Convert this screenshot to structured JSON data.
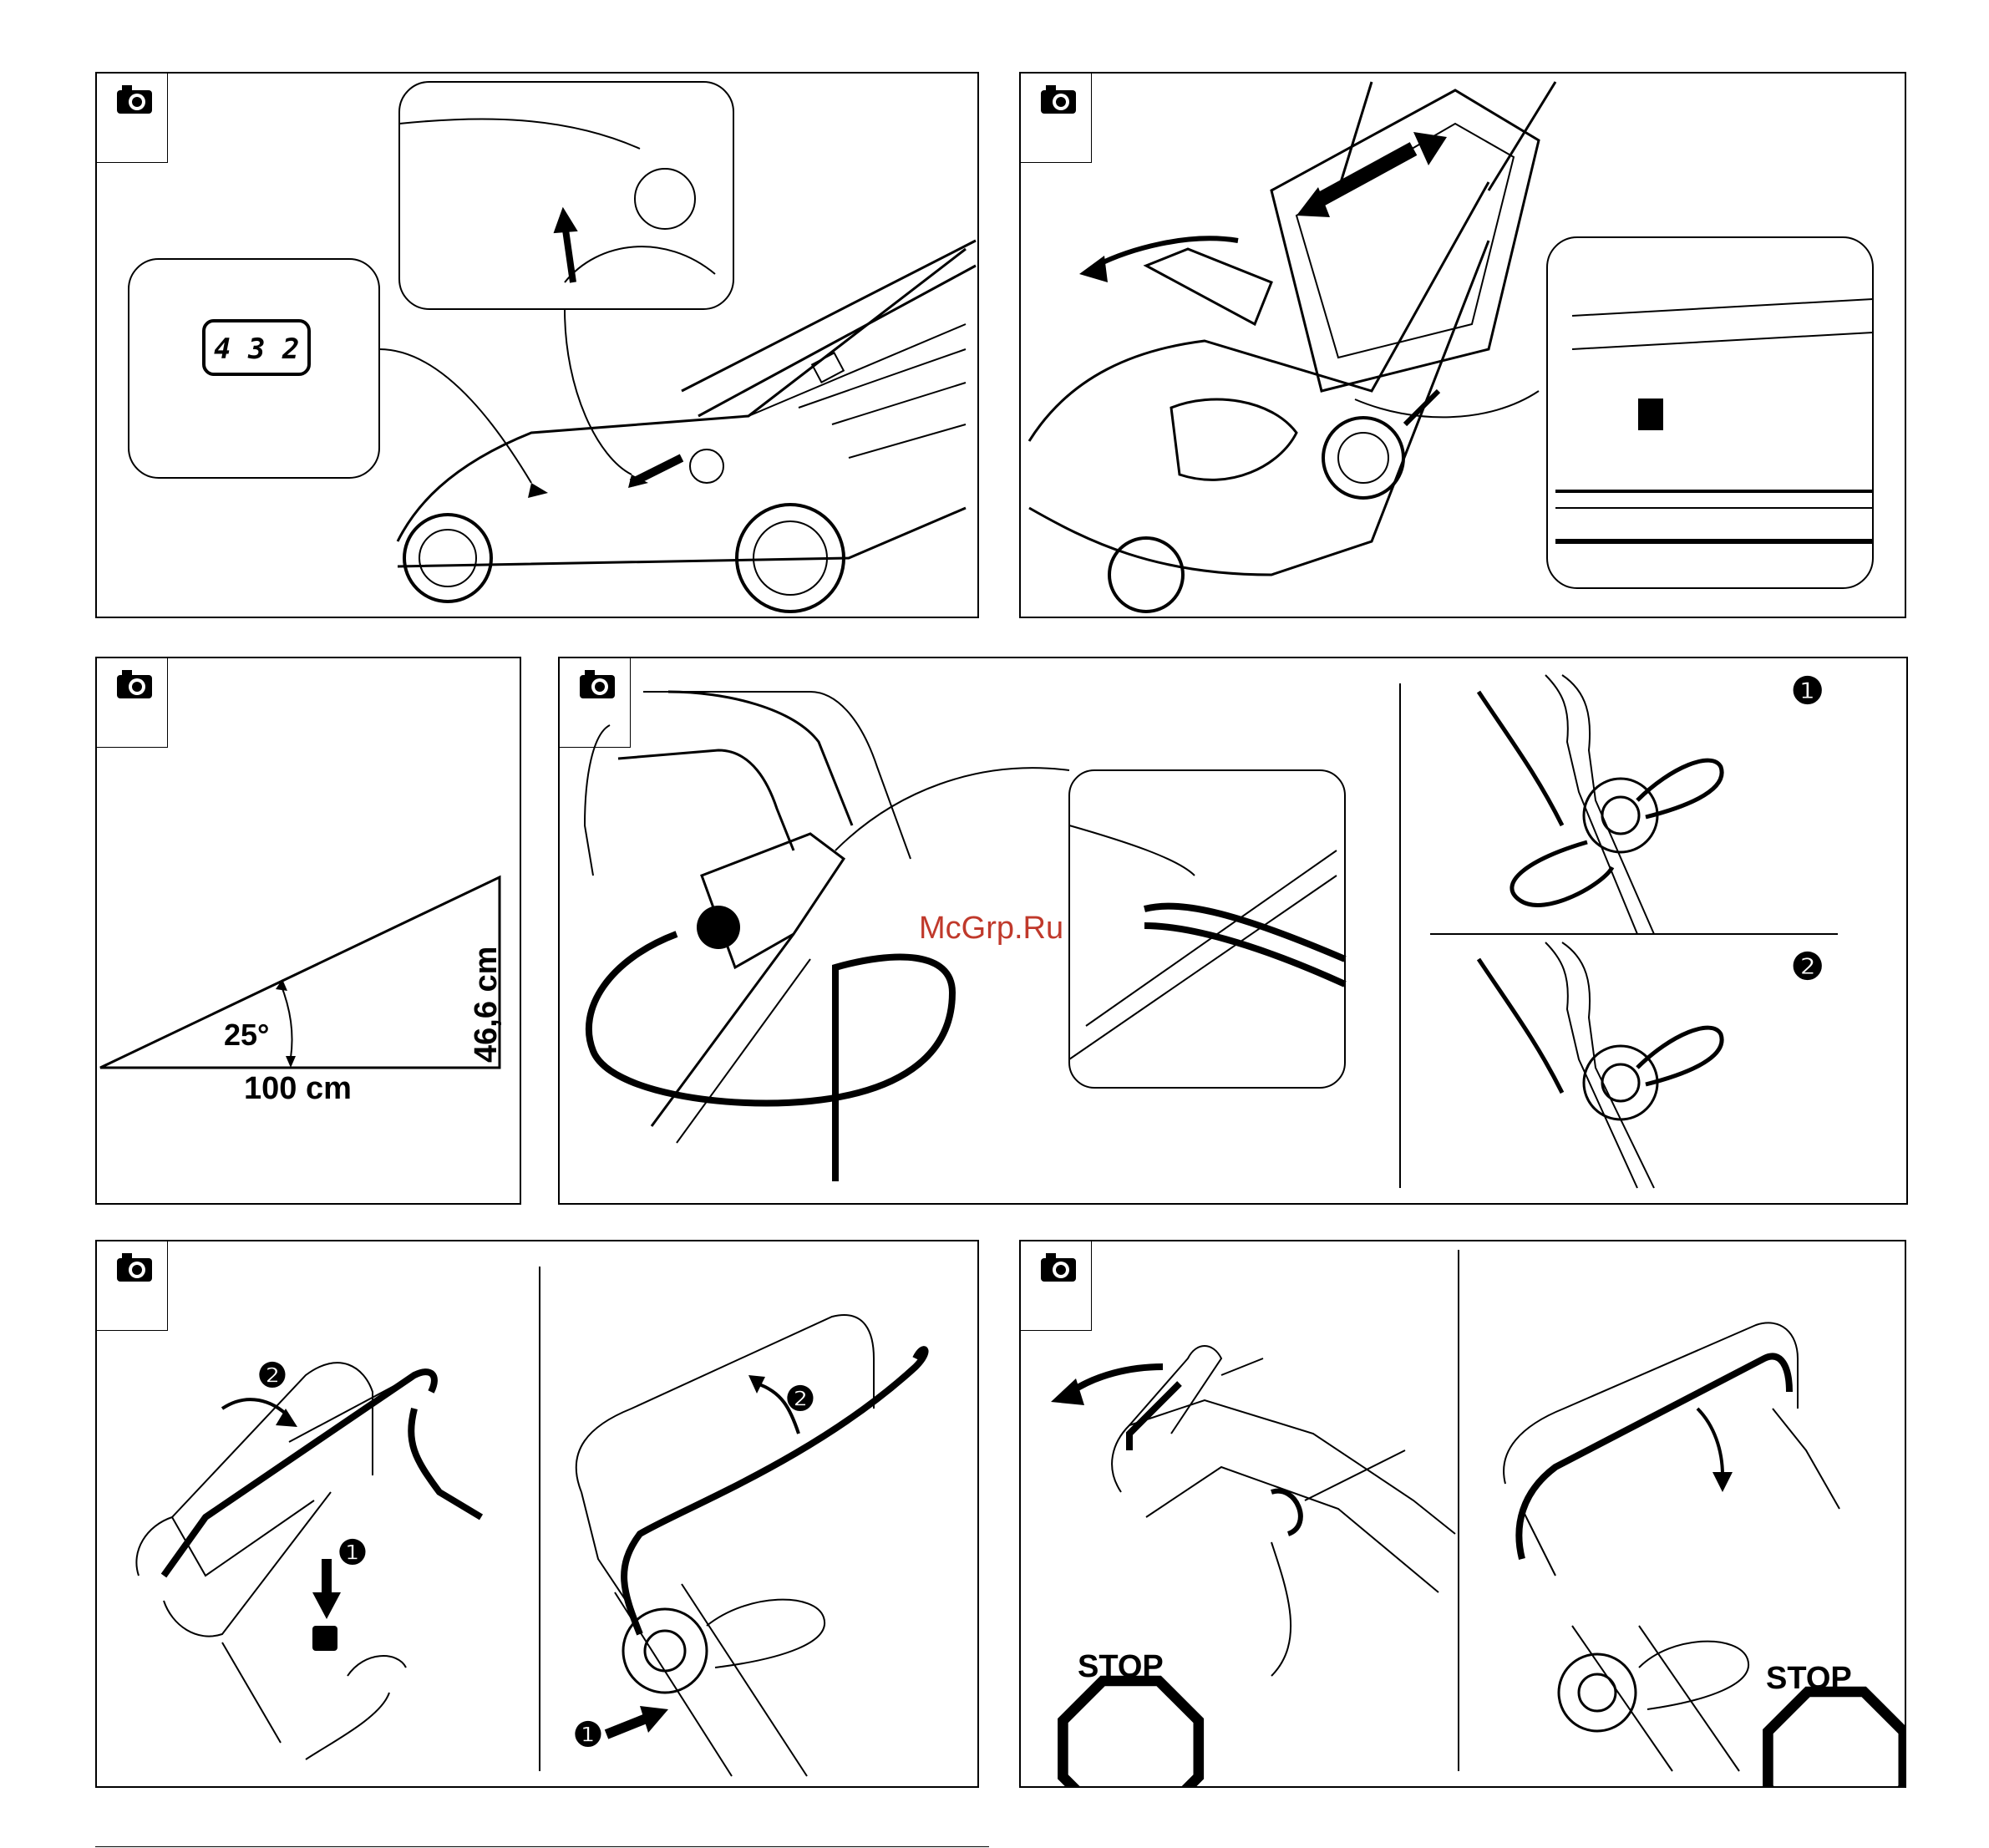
{
  "watermark": "McGrp.Ru",
  "icons": {
    "camera": "camera-icon"
  },
  "panel1": {
    "height_setting_digits": "4  3  2"
  },
  "panel3": {
    "height_label": "46,6 cm",
    "angle_label": "25°",
    "base_label": "100 cm"
  },
  "panel4": {
    "step_one": "❶",
    "step_two": "❷"
  },
  "panel5": {
    "step_one_left": "❶",
    "step_two_left": "❷",
    "step_two_right": "❷",
    "step_one_right": "❶"
  },
  "panel6": {
    "stop_left": "STOP",
    "stop_right": "STOP"
  }
}
